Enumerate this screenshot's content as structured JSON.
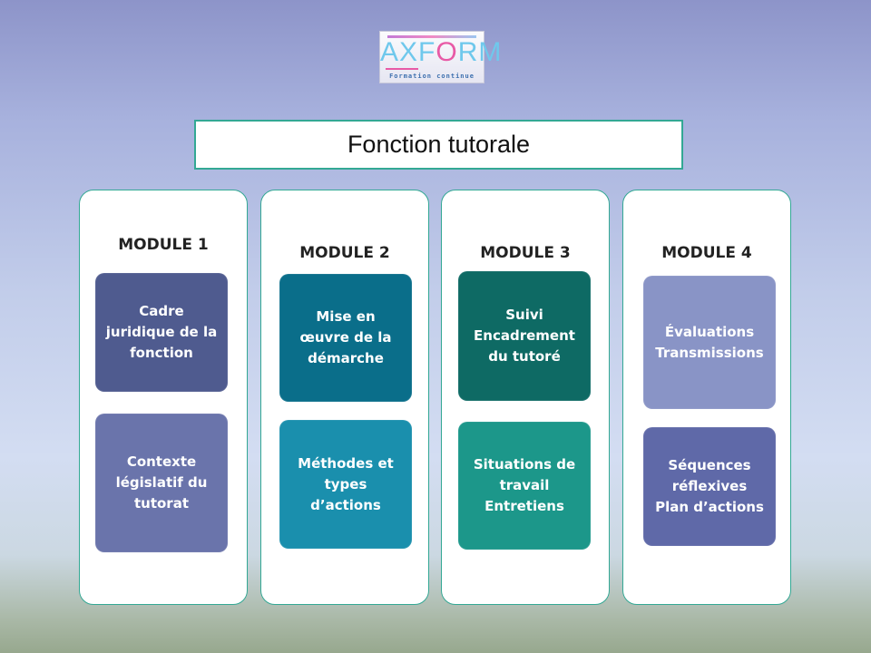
{
  "logo": {
    "text_main": "AXF",
    "text_accent": "O",
    "text_end": "RM",
    "tagline": "Formation continue"
  },
  "title": "Fonction tutorale",
  "modules": [
    {
      "label": "MODULE 1",
      "cards": [
        {
          "text": "Cadre\njuridique de la\nfonction",
          "color": "#4f5b8f"
        },
        {
          "text": "Contexte\nlégislatif du\ntutorat",
          "color": "#6a74ab"
        }
      ]
    },
    {
      "label": "MODULE 2",
      "cards": [
        {
          "text": "Mise en\nœuvre de la\ndémarche",
          "color": "#0a6e8a"
        },
        {
          "text": "Méthodes et\ntypes\nd’actions",
          "color": "#1a8fad"
        }
      ]
    },
    {
      "label": "MODULE 3",
      "cards": [
        {
          "text": "Suivi\nEncadrement\ndu   tutoré",
          "color": "#0e6a64"
        },
        {
          "text": "Situations de\ntravail\nEntretiens",
          "color": "#1c978a"
        }
      ]
    },
    {
      "label": "MODULE 4",
      "cards": [
        {
          "text": "Évaluations\nTransmissions",
          "color": "#8994c6"
        },
        {
          "text": "Séquences\nréflexives\nPlan d’actions",
          "color": "#5f69a8"
        }
      ]
    }
  ]
}
